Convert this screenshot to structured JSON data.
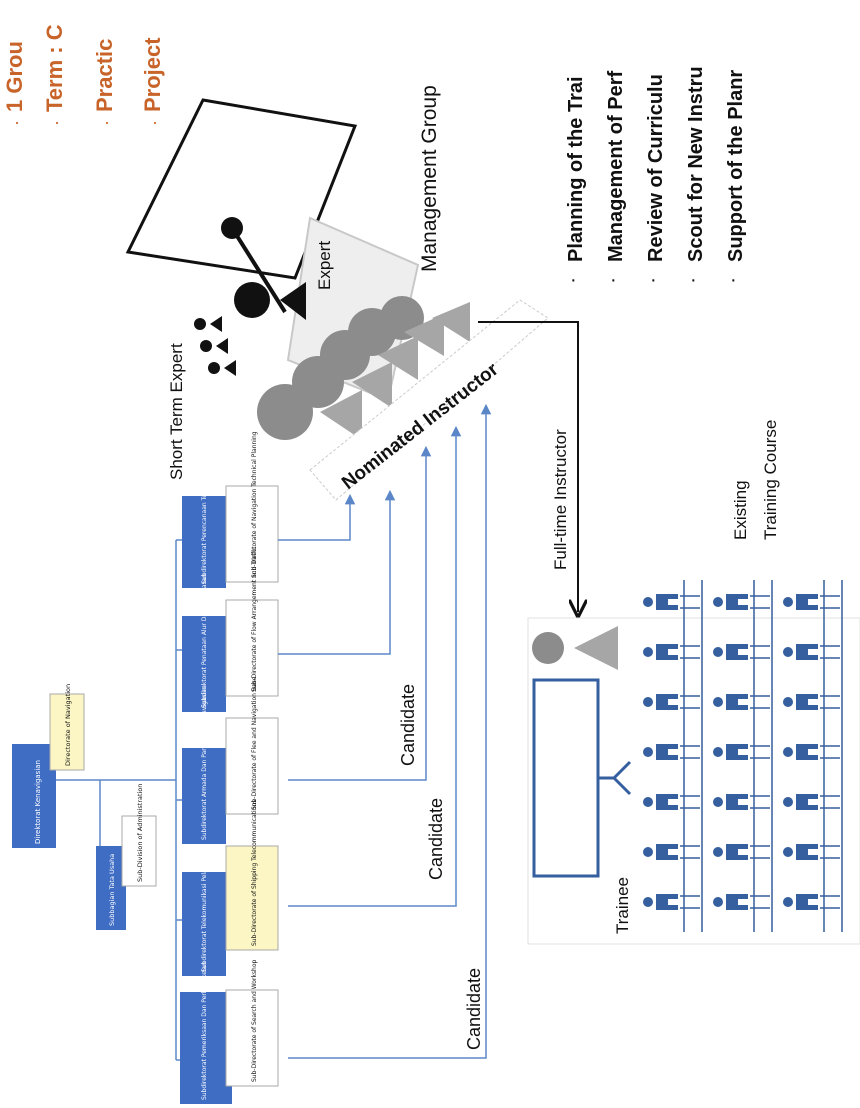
{
  "header_bullets": [
    "1 Grou",
    "Term : C",
    "Practic",
    "Project"
  ],
  "management_group": "Management  Group",
  "expert": "Expert",
  "short_term_expert": "Short Term Expert",
  "nominated_instructor": "Nominated Instructor",
  "full_time_instructor": "Full-time Instructor",
  "existing_training_course": [
    "Existing",
    "Training Course"
  ],
  "trainee": "Trainee",
  "candidate_labels": [
    "Candidate",
    "Candidate",
    "Candidate"
  ],
  "tasks": [
    "Planning of the Trai",
    "Management of Perf",
    "Review of Curriculu",
    "Scout for New Instru",
    "Support of the Planr"
  ],
  "org": {
    "director": "Direktorat Kenavigasian",
    "director_en": "Directorate of Navigation",
    "admin": "Subbagian Tata Usaha",
    "admin_en": "Sub-Division of Administration",
    "subdirs": [
      {
        "id": "I",
        "name": "Subdirektorat Perencanaan Teknis Kenavigasian",
        "name_en": "Sub-Directorate of Navigation Technical Planning"
      },
      {
        "id": "II",
        "name": "Subdirektorat Penataan Alur Dan Perlintasan",
        "name_en": "Sub-Directorate of Flow Arrangement and Traffic"
      },
      {
        "id": "III",
        "name": "Subdirektorat Armada Dan Pangkalan Kenavigasian",
        "name_en": "Sub-Directorate of Flee and Navigation Base"
      },
      {
        "id": "IV",
        "name": "Subdirektorat Telekomunikasi Pelayaran",
        "name_en": "Sub-Directorate of Shipping Telecommunications"
      },
      {
        "id": "V",
        "name": "Subdirektorat Pemeriksaan Dan Perbengkelan",
        "name_en": "Sub-Directorate of Search and Workshop"
      }
    ]
  },
  "colors": {
    "org_blue": "#3f6dc4",
    "note_yellow": "#fbf6c4",
    "arrow_blue": "#5b87c8",
    "header_orange": "#c8642a",
    "person_gray": "#8c8c8c",
    "trainee_blue": "#355f9e"
  }
}
